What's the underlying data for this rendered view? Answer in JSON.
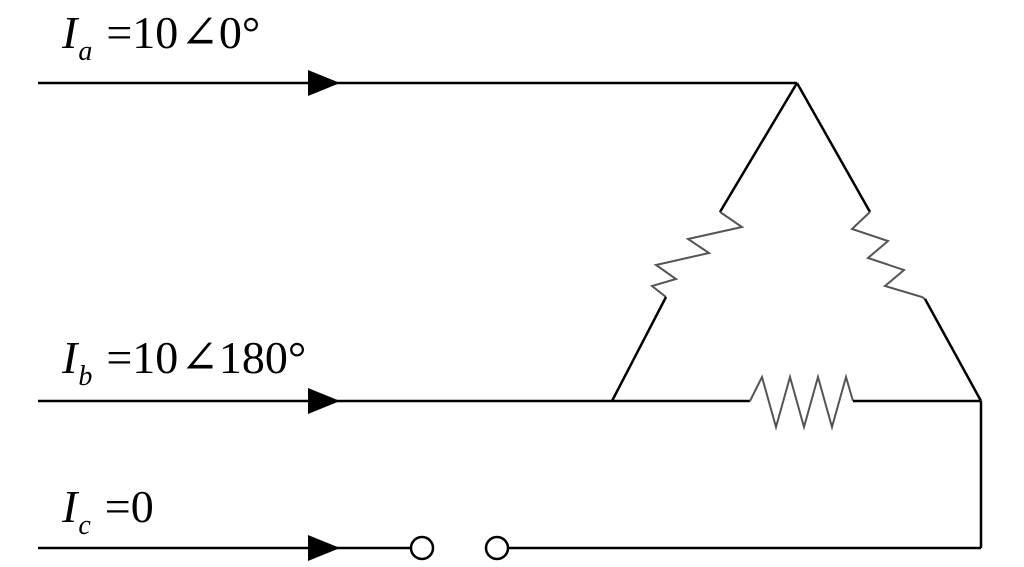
{
  "currents": [
    {
      "symbol": "I",
      "subscript": "a",
      "equals": "=",
      "magnitude": "10",
      "angle_sign": "∠",
      "angle": "0°"
    },
    {
      "symbol": "I",
      "subscript": "b",
      "equals": "=",
      "magnitude": "10",
      "angle_sign": "∠",
      "angle": "180°"
    },
    {
      "symbol": "I",
      "subscript": "c",
      "equals": "=",
      "magnitude": "0",
      "angle_sign": "",
      "angle": ""
    }
  ],
  "colors": {
    "wire": "#000000",
    "resistor": "#555555"
  },
  "icons": {
    "arrow": "current-arrow-icon",
    "terminal": "open-terminal-icon",
    "resistor": "resistor-icon"
  }
}
